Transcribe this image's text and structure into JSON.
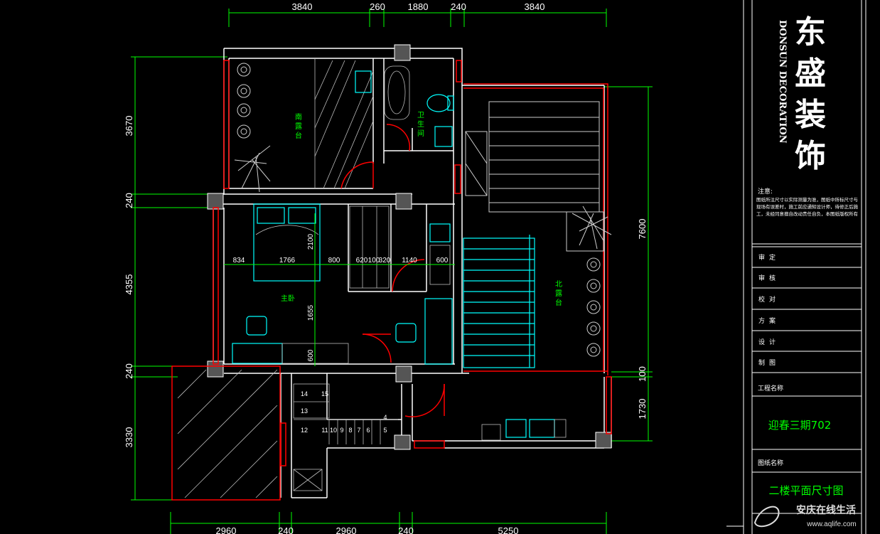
{
  "top_dimensions": [
    "3840",
    "260",
    "1880",
    "240",
    "3840"
  ],
  "left_dimensions": [
    "3670",
    "240",
    "4355",
    "240",
    "3330"
  ],
  "right_dimensions": [
    "7600",
    "100",
    "1730"
  ],
  "bottom_dimensions": [
    "2960",
    "240",
    "2960",
    "240",
    "5250"
  ],
  "inner_dimensions": [
    "834",
    "1766",
    "800",
    "620",
    "100",
    "320",
    "1140",
    "600",
    "2100",
    "1655",
    "600"
  ],
  "rooms": {
    "south_balcony": "南露台",
    "bathroom": "卫生间",
    "master_bedroom": "主卧",
    "north_balcony": "北露台"
  },
  "stair_numbers": [
    "14",
    "15",
    "13",
    "12",
    "11",
    "10",
    "9",
    "8",
    "7",
    "6",
    "5",
    "4"
  ],
  "title_block": {
    "brand_cn": "东盛装饰",
    "brand_en": "DONSUN DECORATION",
    "note_label": "注意:",
    "note_text": "图纸所注尺寸以实际测量为准，图纸中所标尺寸与现场有误差时，施工前应通知设计师，待修正后施工，未经同意擅自改动责任自负，本图纸版权所有",
    "rows": [
      "审定",
      "审核",
      "校对",
      "方案",
      "设计",
      "制图"
    ],
    "project_label": "工程名称",
    "project_name": "迎春三期702",
    "drawing_label": "图纸名称",
    "drawing_name": "二楼平面尺寸图"
  },
  "watermark": {
    "text": "安庆在线生活",
    "url": "www.aqlife.com"
  },
  "colors": {
    "background": "#000000",
    "walls": "#ffffff",
    "windows": "#ff0000",
    "furniture": "#00ffff",
    "dimensions": "#00ff00",
    "labels": "#00ff00"
  }
}
